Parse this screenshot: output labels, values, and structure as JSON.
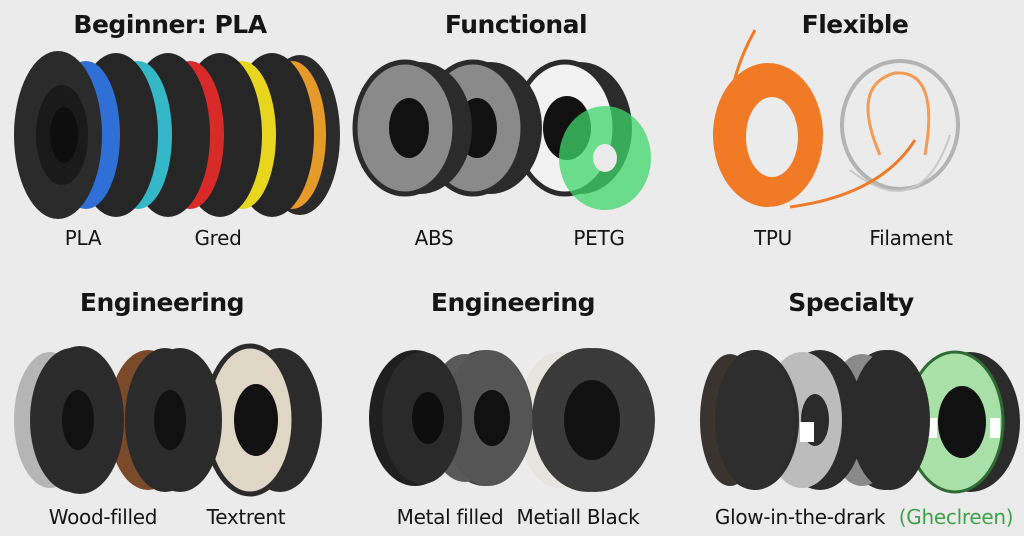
{
  "colors": {
    "background": "#ebebeb",
    "spool_black": "#2b2b2b",
    "accent_green_text": "#3fa24a"
  },
  "panels": [
    {
      "title": "Beginner: PLA",
      "labels": [
        "PLA",
        "Gred"
      ],
      "spools": [
        {
          "filament_color": "#2f6fd6"
        },
        {
          "filament_color": "#34b8c8"
        },
        {
          "filament_color": "#d92a2a"
        },
        {
          "filament_color": "#e8d61e"
        },
        {
          "filament_color": "#e69a2a"
        }
      ]
    },
    {
      "title": "Functional",
      "labels": [
        "ABS",
        "PETG"
      ],
      "spools": [
        {
          "filament_color": "#8a8a8a"
        },
        {
          "filament_color": "#8a8a8a"
        },
        {
          "filament_color": "#f2f2f2"
        },
        {
          "filament_color": "#3fd66a"
        }
      ]
    },
    {
      "title": "Flexible",
      "labels": [
        "TPU",
        "Filament"
      ],
      "coils": [
        {
          "filament_color": "#f07a26"
        },
        {
          "filament_color": "#b3b3b3"
        }
      ]
    },
    {
      "title": "Engineering",
      "labels": [
        "Wood-filled",
        "Textrent"
      ],
      "spools": [
        {
          "filament_color": "#b5b5b5"
        },
        {
          "filament_color": "#7a4a2a"
        },
        {
          "filament_color": "#e0d6c6"
        }
      ]
    },
    {
      "title": "Engineering",
      "labels": [
        "Metal filled",
        "Metiall Black"
      ],
      "spools": [
        {
          "filament_color": "#1f1f1f"
        },
        {
          "filament_color": "#5a5a5a"
        },
        {
          "filament_color": "#e6e4de"
        }
      ]
    },
    {
      "title": "Specialty",
      "labels": [
        "Glow-in-the-drark",
        "(Gheclreen)"
      ],
      "spools": [
        {
          "filament_color": "#3a342e"
        },
        {
          "filament_color": "#bcbcbc"
        },
        {
          "filament_color": "#8a8a8a"
        },
        {
          "filament_color": "#a8e0a8"
        }
      ]
    }
  ]
}
